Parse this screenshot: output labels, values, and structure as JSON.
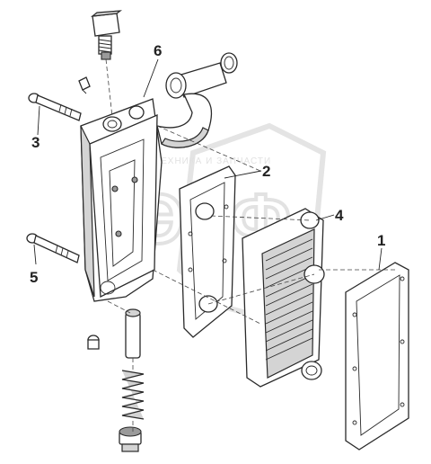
{
  "diagram": {
    "callouts": [
      {
        "id": "callout-1",
        "label": "1"
      },
      {
        "id": "callout-2",
        "label": "2"
      },
      {
        "id": "callout-3",
        "label": "3"
      },
      {
        "id": "callout-4",
        "label": "4"
      },
      {
        "id": "callout-5",
        "label": "5"
      },
      {
        "id": "callout-6",
        "label": "6"
      }
    ]
  },
  "watermark": {
    "logo_letters": "ЭЛФ",
    "text": "ТЕХНИКА И ЗАПЧАСТИ"
  },
  "colors": {
    "line": "#2a2a2a",
    "shade": "#d4d4d4",
    "watermark": "#c9c9c9"
  }
}
